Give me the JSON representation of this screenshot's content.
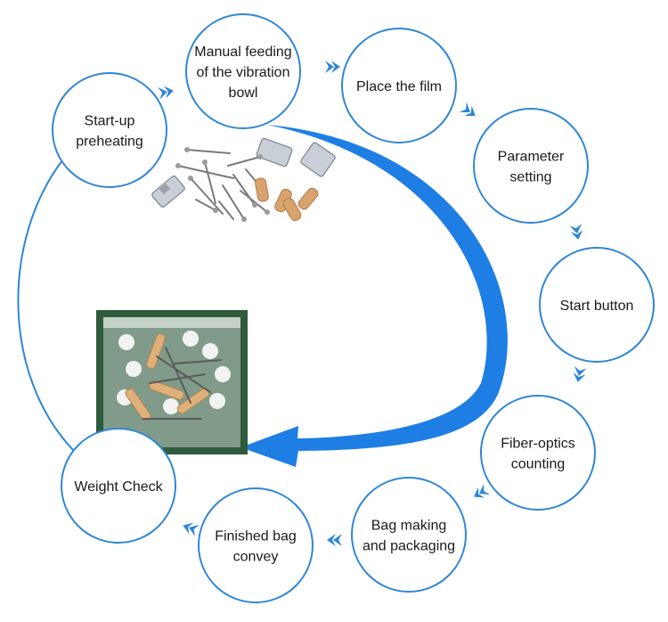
{
  "colors": {
    "circle_stroke": "#2f86d6",
    "arrow": "#2f86d6",
    "big_arrow": "#1e7ee4",
    "text": "#1a1a1a",
    "background": "#ffffff"
  },
  "steps": [
    {
      "id": "startup",
      "lines": [
        "Start-up",
        "preheating"
      ]
    },
    {
      "id": "manual",
      "lines": [
        "Manual feeding",
        "of the vibration",
        "bowl"
      ]
    },
    {
      "id": "film",
      "lines": [
        "Place the film"
      ]
    },
    {
      "id": "param",
      "lines": [
        "Parameter",
        "setting"
      ]
    },
    {
      "id": "start",
      "lines": [
        "Start button"
      ]
    },
    {
      "id": "fiber",
      "lines": [
        "Fiber-optics",
        "counting"
      ]
    },
    {
      "id": "bag",
      "lines": [
        "Bag making",
        "and packaging"
      ]
    },
    {
      "id": "finished",
      "lines": [
        "Finished bag",
        "convey"
      ]
    },
    {
      "id": "weight",
      "lines": [
        "Weight Check"
      ]
    }
  ],
  "images": [
    {
      "name": "hardware-parts-photo",
      "icon": "screws-dowels-brackets"
    },
    {
      "name": "packaged-bag-photo",
      "icon": "sealed-bag-with-hardware"
    }
  ]
}
